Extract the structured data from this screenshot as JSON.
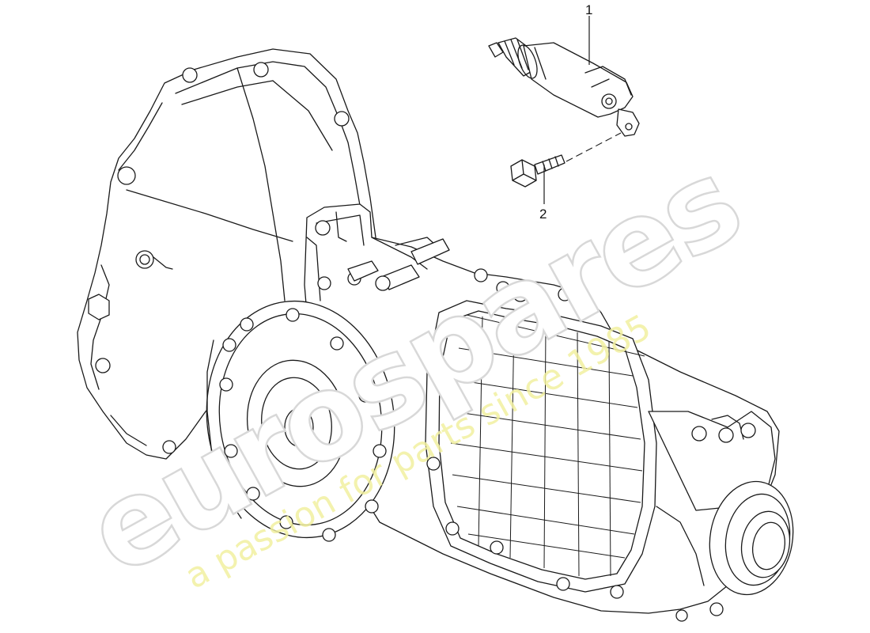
{
  "watermark": {
    "brand": "eurospares",
    "tagline": "a passion for parts since 1985"
  },
  "callouts": [
    {
      "number": "1"
    },
    {
      "number": "2"
    }
  ],
  "colors": {
    "line": "#1a1a1a",
    "watermark_outline": "#d8d8d8",
    "watermark_tagline": "#f2f0a0",
    "background": "#ffffff"
  }
}
